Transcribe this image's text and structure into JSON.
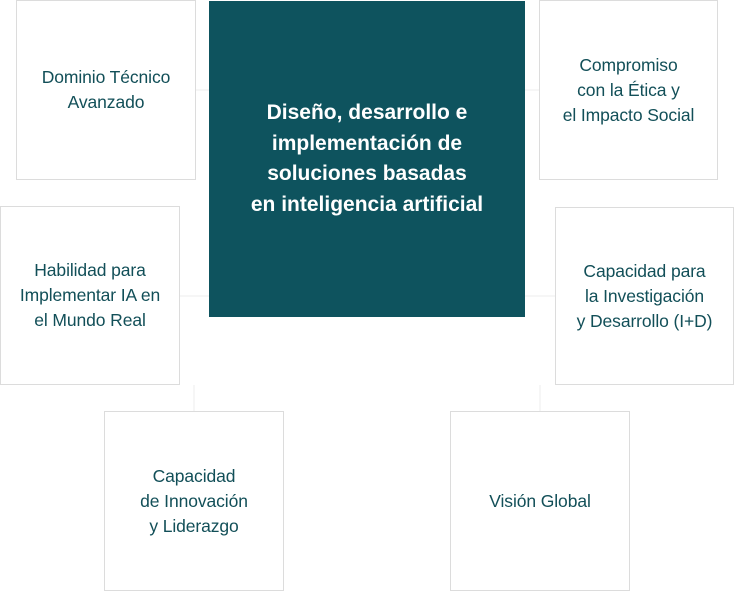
{
  "center": {
    "label": "Diseño, desarrollo e\nimplementación de\nsoluciones basadas\nen inteligencia artificial"
  },
  "competencies": [
    {
      "label": "Dominio Técnico\nAvanzado"
    },
    {
      "label": "Compromiso\ncon la Ética y\nel Impacto Social"
    },
    {
      "label": "Habilidad para\nImplementar IA en\nel Mundo Real"
    },
    {
      "label": "Capacidad para\nla Investigación\ny Desarrollo (I+D)"
    },
    {
      "label": "Capacidad\nde Innovación\ny Liderazgo"
    },
    {
      "label": "Visión Global"
    }
  ],
  "colors": {
    "center_bg": "#0e535e",
    "text": "#124f58",
    "border": "#dcdcdc"
  }
}
